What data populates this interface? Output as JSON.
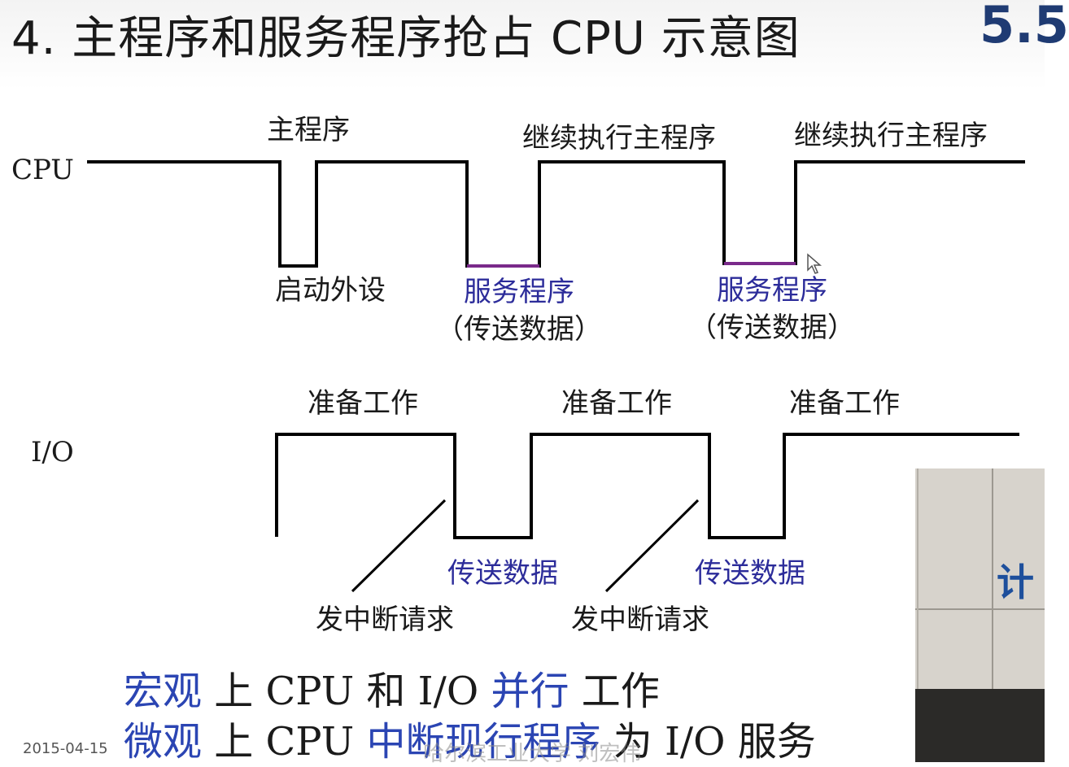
{
  "slide": {
    "title": "4. 主程序和服务程序抢占 CPU 示意图",
    "section_number": "5.5",
    "date": "2015-04-15",
    "watermark": "哈尔滨工业大学  刘宏伟"
  },
  "diagram": {
    "cpu_row": {
      "axis_label": "CPU",
      "main_program": "主程序",
      "continue_1": "继续执行主程序",
      "continue_2": "继续执行主程序",
      "start_device": "启动外设",
      "service_1": "服务程序",
      "transfer_note_1": "（传送数据）",
      "service_2": "服务程序",
      "transfer_note_2": "（传送数据）"
    },
    "io_row": {
      "axis_label": "I/O",
      "prepare_1": "准备工作",
      "prepare_2": "准备工作",
      "prepare_3": "准备工作",
      "transfer_1": "传送数据",
      "transfer_2": "传送数据",
      "interrupt_1": "发中断请求",
      "interrupt_2": "发中断请求"
    },
    "colors": {
      "signal_line": "#000000",
      "service_segment": "#7a2a8a",
      "blue_text": "#2c2c9a"
    }
  },
  "summary": {
    "line1": {
      "term": "宏观",
      "mid": " 上 CPU 和 I/O ",
      "highlight": "并行",
      "tail": " 工作"
    },
    "line2": {
      "term": "微观",
      "mid": " 上 CPU ",
      "highlight": "中断现行程序",
      "tail": " 为 I/O 服务"
    },
    "highlight_color": "#2b45b3"
  },
  "video_overlay": {
    "sign_text": "计",
    "icon": "lecturer-video-icon"
  }
}
